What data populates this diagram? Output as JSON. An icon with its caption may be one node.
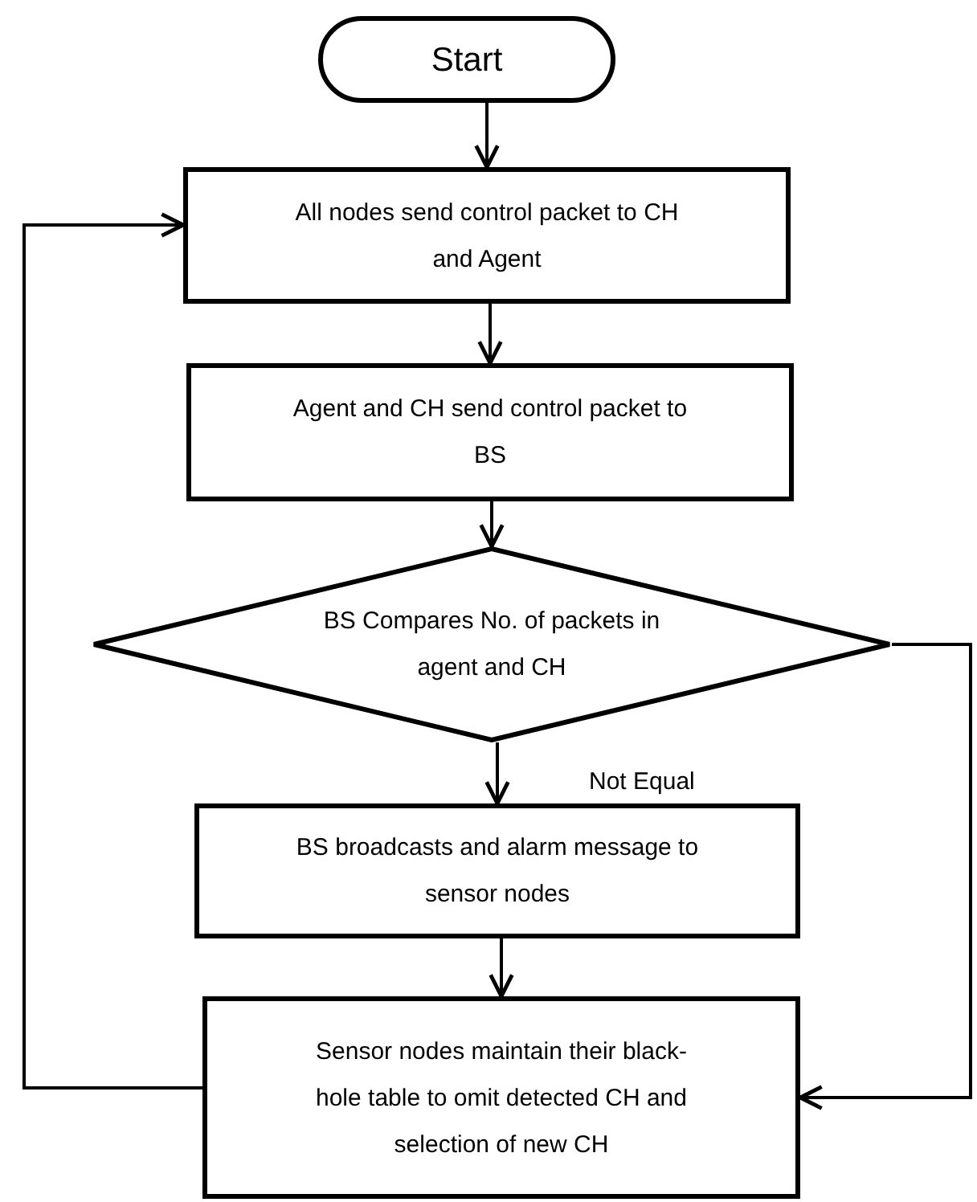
{
  "diagram": {
    "nodes": [
      {
        "text": [
          "Start"
        ]
      },
      {
        "text": [
          "All nodes send control packet to CH and Agent"
        ]
      },
      {
        "text": [
          "Agent and CH send control packet to BS"
        ]
      },
      {
        "text": [
          "BS Compares No. of packets in agent and CH"
        ]
      },
      {
        "text": [
          "BS broadcasts and alarm message to sensor nodes"
        ]
      },
      {
        "text": [
          "Sensor nodes maintain their black-hole table to omit detected CH and selection of new CH"
        ]
      }
    ],
    "edges": [
      {
        "from": 0,
        "to": 1,
        "arrow": "to"
      },
      {
        "from": 1,
        "to": 2,
        "arrow": "to"
      },
      {
        "from": 2,
        "to": 3,
        "arrow": "to"
      },
      {
        "from": 3,
        "to": 4,
        "arrow": "to",
        "label": "Not Equal"
      },
      {
        "from": 4,
        "to": 5,
        "arrow": "to"
      },
      {
        "from": 3,
        "to": 5,
        "arrow": "to"
      },
      {
        "from": 5,
        "to": 1,
        "arrow": "to"
      }
    ]
  }
}
